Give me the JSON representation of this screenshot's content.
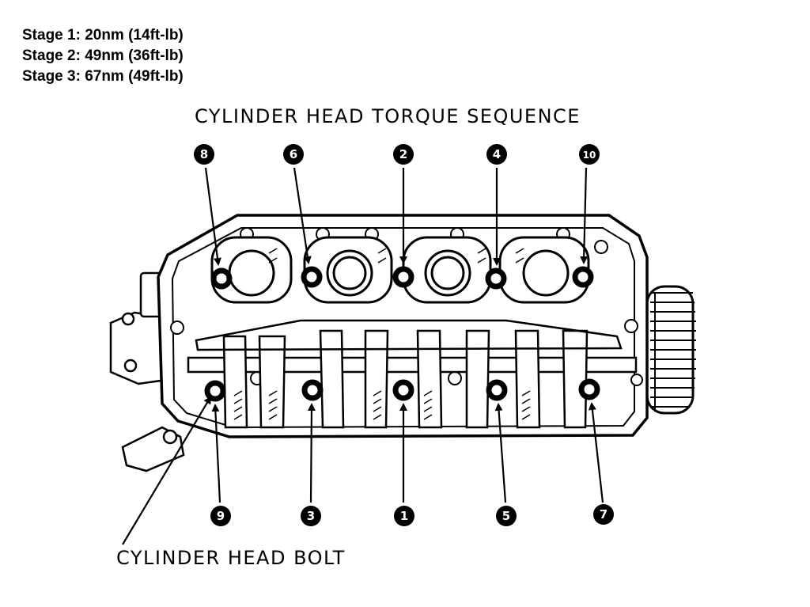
{
  "stages": [
    "Stage 1: 20nm (14ft-lb)",
    "Stage 2: 49nm (36ft-lb)",
    "Stage 3: 67nm (49ft-lb)"
  ],
  "title": "CYLINDER HEAD TORQUE SEQUENCE",
  "bolt_label": "CYLINDER HEAD BOLT",
  "sequence": {
    "top": [
      "8",
      "6",
      "2",
      "4",
      "10"
    ],
    "bottom": [
      "9",
      "3",
      "1",
      "5",
      "7"
    ]
  }
}
